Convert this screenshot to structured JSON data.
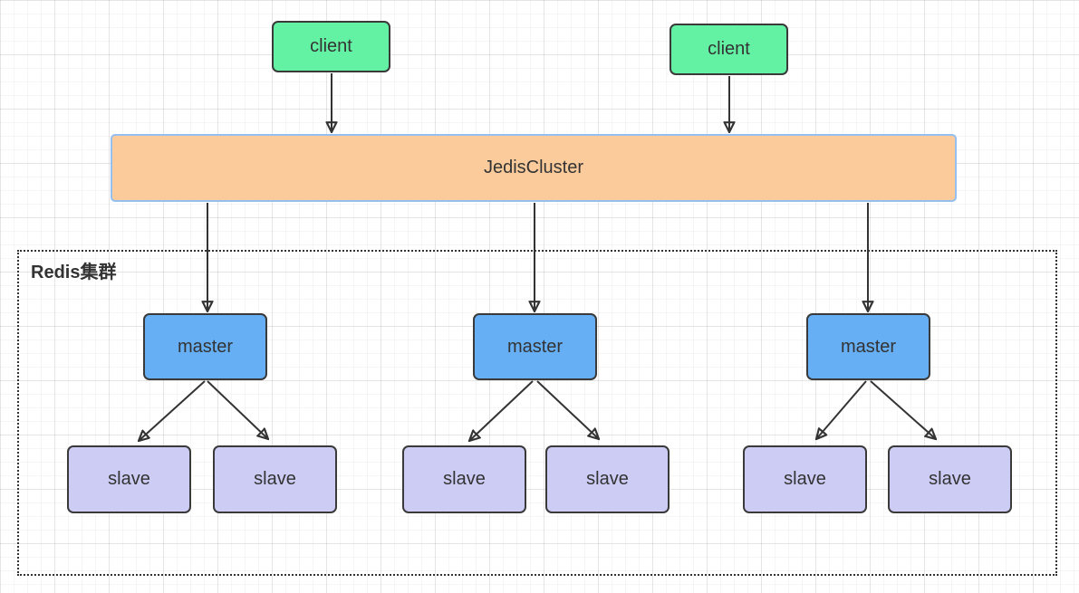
{
  "diagram": {
    "clients": [
      {
        "label": "client"
      },
      {
        "label": "client"
      }
    ],
    "jedis_cluster": {
      "label": "JedisCluster"
    },
    "redis_group": {
      "label": "Redis集群"
    },
    "masters": [
      {
        "label": "master"
      },
      {
        "label": "master"
      },
      {
        "label": "master"
      }
    ],
    "slaves": [
      {
        "label": "slave"
      },
      {
        "label": "slave"
      },
      {
        "label": "slave"
      },
      {
        "label": "slave"
      },
      {
        "label": "slave"
      },
      {
        "label": "slave"
      }
    ],
    "edges": [
      {
        "from": "client-1",
        "to": "jedis-cluster"
      },
      {
        "from": "client-2",
        "to": "jedis-cluster"
      },
      {
        "from": "jedis-cluster",
        "to": "master-1"
      },
      {
        "from": "jedis-cluster",
        "to": "master-2"
      },
      {
        "from": "jedis-cluster",
        "to": "master-3"
      },
      {
        "from": "master-1",
        "to": "slave-1"
      },
      {
        "from": "master-1",
        "to": "slave-2"
      },
      {
        "from": "master-2",
        "to": "slave-3"
      },
      {
        "from": "master-2",
        "to": "slave-4"
      },
      {
        "from": "master-3",
        "to": "slave-5"
      },
      {
        "from": "master-3",
        "to": "slave-6"
      }
    ],
    "colors": {
      "client_fill": "#63F2A4",
      "master_fill": "#66AFF5",
      "slave_fill": "#CDCCF5",
      "jedis_fill": "#FBCB9B",
      "jedis_border": "#94BFEE",
      "node_border": "#3A3A3A",
      "group_border": "#333333",
      "arrow": "#333333",
      "text": "#333333"
    }
  }
}
